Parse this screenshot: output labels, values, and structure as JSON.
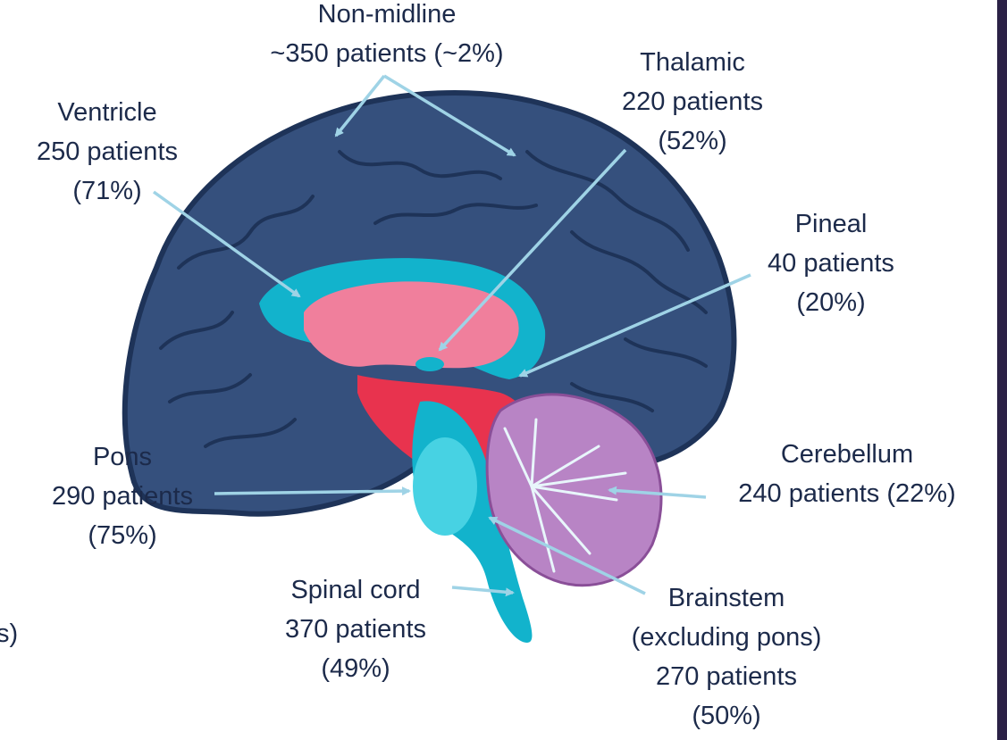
{
  "colors": {
    "cortex": "#35507d",
    "cortex_outline": "#1e3358",
    "ventricle": "#12b3cc",
    "thalamus": "#f07f9c",
    "red_tissue": "#e8334e",
    "cerebellum": "#b884c5",
    "arrow": "#9fd3e6",
    "text": "#1c2a4a",
    "side_bar": "#2b2146"
  },
  "labels": {
    "non_midline": {
      "line1": "Non-midline",
      "line2": "~350 patients (~2%)"
    },
    "thalamic": {
      "line1": "Thalamic",
      "line2": "220 patients",
      "line3": "(52%)"
    },
    "ventricle": {
      "line1": "Ventricle",
      "line2": "250 patients",
      "line3": "(71%)"
    },
    "pineal": {
      "line1": "Pineal",
      "line2": "40 patients",
      "line3": "(20%)"
    },
    "pons": {
      "line1": "Pons",
      "line2": "290 patients",
      "line3": "(75%)"
    },
    "cerebellum": {
      "line1": "Cerebellum",
      "line2": "240 patients (22%)"
    },
    "spinal_cord": {
      "line1": "Spinal cord",
      "line2": "370 patients",
      "line3": "(49%)"
    },
    "brainstem": {
      "line1": "Brainstem",
      "line2": "(excluding pons)",
      "line3": "270 patients",
      "line4": "(50%)"
    }
  },
  "clipped_edge_text": "s)"
}
